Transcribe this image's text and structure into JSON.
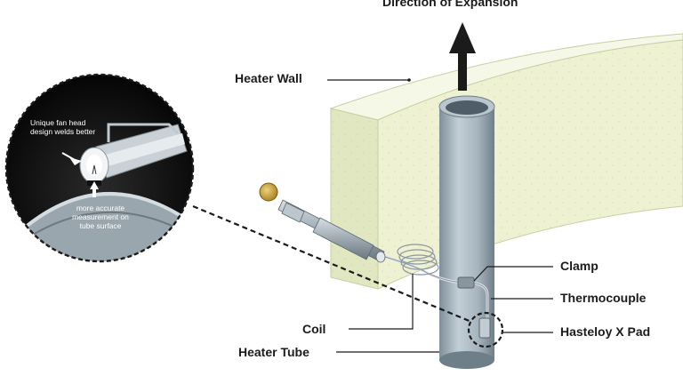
{
  "labels": {
    "direction": "Direction of Expansion",
    "heater_wall": "Heater Wall",
    "clamp": "Clamp",
    "thermocouple": "Thermocouple",
    "pad": "Hasteloy X Pad",
    "coil": "Coil",
    "heater_tube": "Heater Tube"
  },
  "callout": {
    "top_note": "Unique  fan head design welds better",
    "bottom_note": "more accurate measurement on tube surface"
  },
  "colors": {
    "wall_face": "#eef2d3",
    "wall_side": "#dfe5bd",
    "wall_top": "#f4f7e2",
    "tube": "#a9b7c1",
    "tube_dark": "#7d8d98",
    "knob": "#c9a233",
    "arrow": "#1b1b1b"
  }
}
